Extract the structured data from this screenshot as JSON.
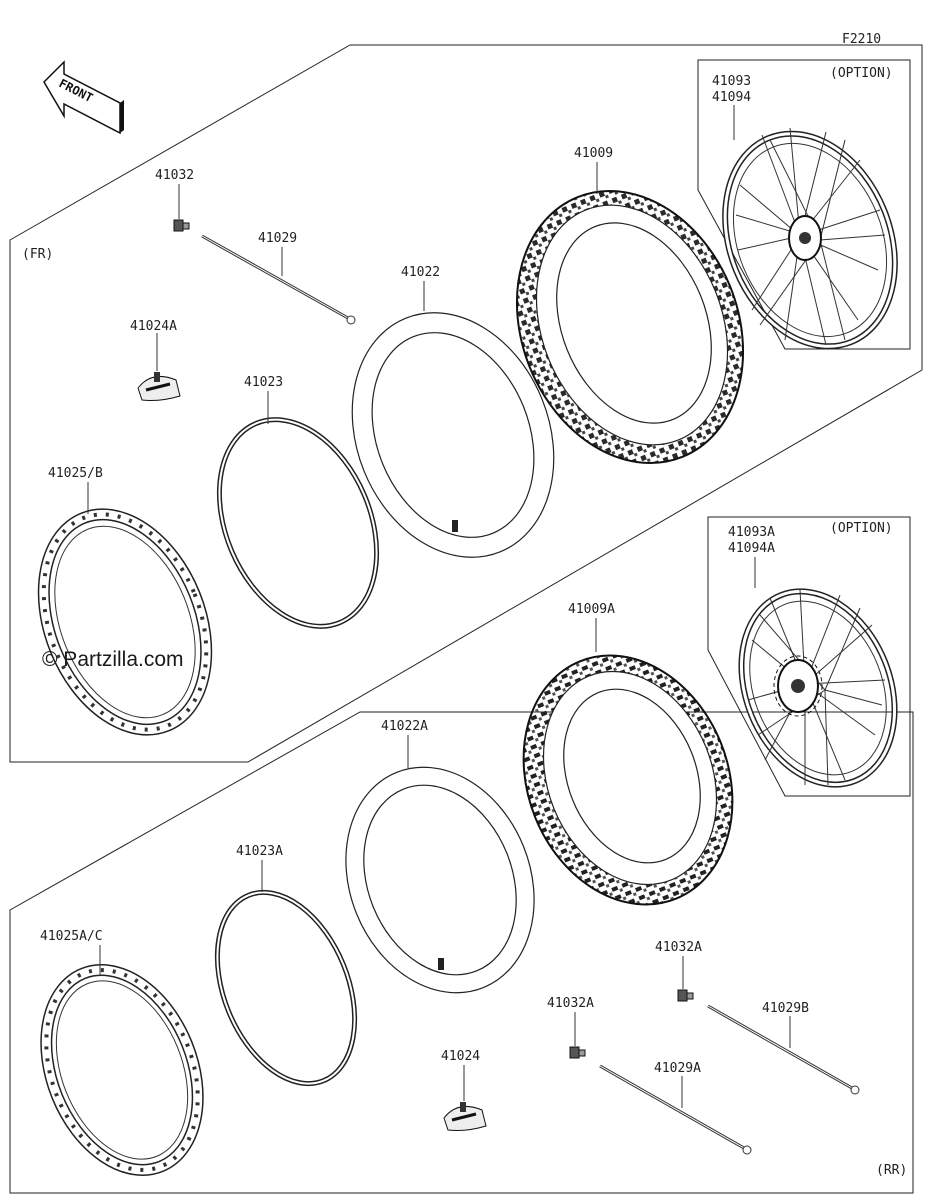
{
  "diagram": {
    "figure_code": "F2210",
    "front_label": "FRONT",
    "watermark": "© Partzilla.com",
    "sections": {
      "front": "(FR)",
      "rear": "(RR)",
      "option_front": "(OPTION)",
      "option_rear": "(OPTION)"
    },
    "parts": {
      "p41032": "41032",
      "p41029": "41029",
      "p41024A": "41024A",
      "p41023": "41023",
      "p41025B": "41025/B",
      "p41022": "41022",
      "p41009": "41009",
      "p41093": "41093",
      "p41094": "41094",
      "p41093A": "41093A",
      "p41094A": "41094A",
      "p41009A": "41009A",
      "p41022A": "41022A",
      "p41023A": "41023A",
      "p41025AC": "41025A/C",
      "p41032A_1": "41032A",
      "p41032A_2": "41032A",
      "p41029B": "41029B",
      "p41029A": "41029A",
      "p41024": "41024"
    }
  }
}
